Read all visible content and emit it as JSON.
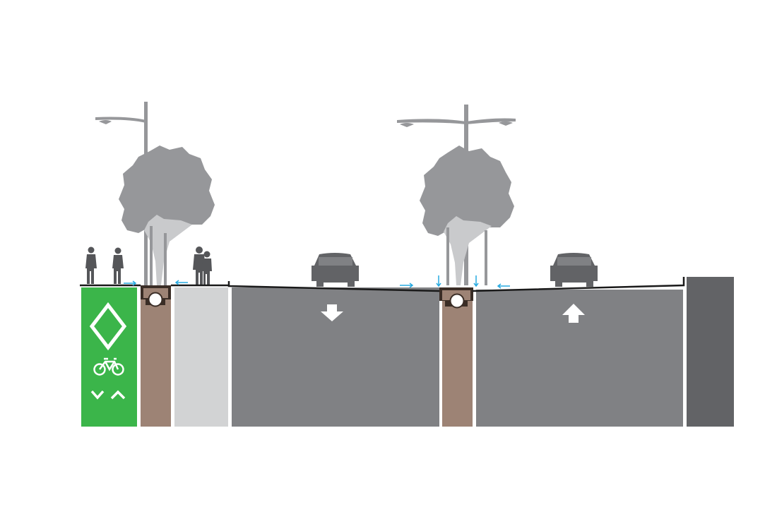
{
  "diagram": {
    "type": "street-cross-section",
    "zones": [
      {
        "name": "bike-lane",
        "symbols": [
          "diamond-icon",
          "bicycle-icon",
          "two-way-chevrons-icon"
        ]
      },
      {
        "name": "tree-planting-strip-left"
      },
      {
        "name": "sidewalk"
      },
      {
        "name": "travel-lane-left",
        "direction": "down"
      },
      {
        "name": "median-planting-strip"
      },
      {
        "name": "travel-lane-right",
        "direction": "up"
      },
      {
        "name": "building-edge"
      }
    ],
    "drainage_arrows": 6,
    "pedestrians": 4,
    "vehicles": 2,
    "street_lights": 2,
    "trees": 2
  },
  "colors": {
    "bike_lane": "#3bb54a",
    "planting_strip": "#9d8375",
    "sidewalk": "#d2d3d4",
    "road": "#808184",
    "building": "#626366",
    "tree": "#96979a",
    "vehicle": "#626366",
    "pedestrian": "#555659",
    "drainage_arrow": "#27aae1",
    "ground_line": "#1a1a1a"
  }
}
